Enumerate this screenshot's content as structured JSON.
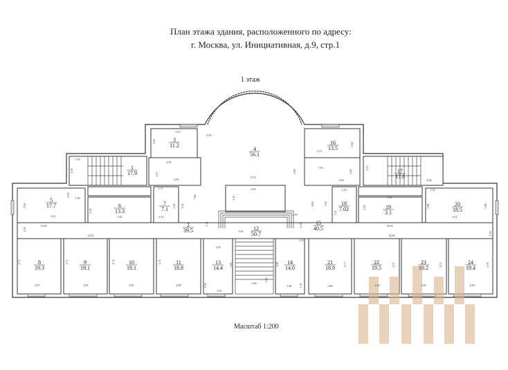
{
  "header": {
    "title_line1": "План этажа здания, расположенного по адресу:",
    "title_line2": "г. Москва, ул. Инициативная, д.9, стр.1",
    "floor_label": "1 этаж"
  },
  "footer": {
    "scale_label": "Масштаб 1:200"
  },
  "colors": {
    "wall": "#333333",
    "watermark": "#d9b48c"
  },
  "rooms": [
    {
      "num": "1",
      "area": "17.9"
    },
    {
      "num": "2",
      "area": "39.5"
    },
    {
      "num": "3",
      "area": "11.2"
    },
    {
      "num": "4",
      "area": "56.1"
    },
    {
      "num": "5",
      "area": "17.7"
    },
    {
      "num": "6",
      "area": "13.3"
    },
    {
      "num": "7",
      "area": "7.1"
    },
    {
      "num": "8",
      "area": "19.3"
    },
    {
      "num": "9",
      "area": "19.1"
    },
    {
      "num": "10",
      "area": "19.1"
    },
    {
      "num": "11",
      "area": "18.8"
    },
    {
      "num": "12",
      "area": "50.7"
    },
    {
      "num": "13",
      "area": "14.4"
    },
    {
      "num": "14",
      "area": "14.0"
    },
    {
      "num": "15",
      "area": "40.5"
    },
    {
      "num": "16",
      "area": "13.5"
    },
    {
      "num": "17",
      "area": "17.8"
    },
    {
      "num": "18",
      "area": "7.02"
    },
    {
      "num": "19",
      "area": "3.1"
    },
    {
      "num": "20",
      "area": "18.5"
    },
    {
      "num": "21",
      "area": "18.9"
    },
    {
      "num": "22",
      "area": "19.5"
    },
    {
      "num": "23",
      "area": "19.2"
    },
    {
      "num": "24",
      "area": "19.4"
    }
  ],
  "dimensions": [
    "4.23",
    "2.64",
    "7.00",
    "2.56",
    "0.45",
    "8.72",
    "4.80",
    "5.17",
    "3.64",
    "2.27",
    "6.96",
    "4.92",
    "2.27",
    "2.81",
    "7.66",
    "3.52",
    "5.36",
    "2.26",
    "2.66",
    "4.80",
    "5.39",
    "3.83",
    "6.12",
    "0.63",
    "1.28",
    "2.26",
    "5.62",
    "1.17",
    "3.26",
    "2.23",
    "2.25",
    "3.52",
    "5.81",
    "2.26",
    "1.23",
    "3.88",
    "6.12",
    "3.88",
    "4.65",
    "2.15",
    "2.51",
    "2.39",
    "2.54",
    "9.44",
    "14.65",
    "1.29",
    "14.63",
    "1.29",
    "16.61",
    "16.69",
    "4.73",
    "4.87",
    "4.73",
    "4.85",
    "4.74",
    "4.85",
    "4.74",
    "4.89",
    "2.93",
    "3.80",
    "1.24",
    "2.83",
    "3.28",
    "5.84",
    "1.50",
    "4.80",
    "2.86",
    "1.30",
    "3.86",
    "4.77",
    "4.33",
    "4.73",
    "4.05",
    "4.73",
    "4.08",
    "4.76"
  ]
}
